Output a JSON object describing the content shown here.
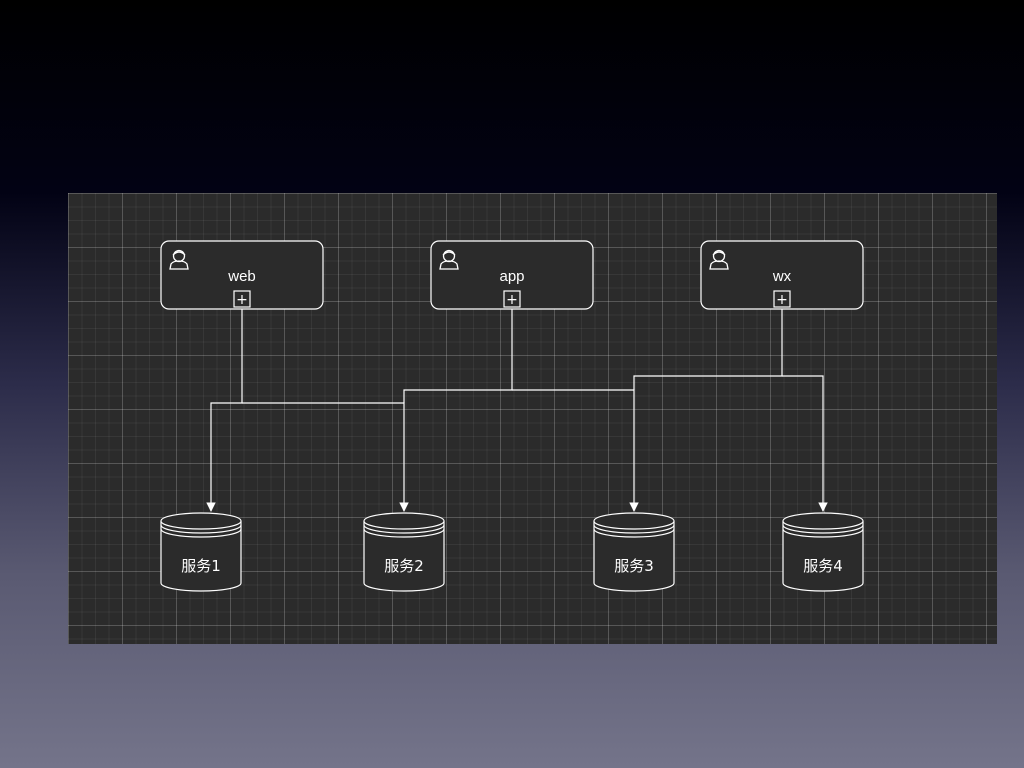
{
  "diagram": {
    "colors": {
      "canvas": "#2b2b2b",
      "stroke": "#ffffff",
      "node_fill": "#2b2b2b"
    },
    "clients": [
      {
        "label": "web",
        "icon": "user-icon",
        "marker": "+"
      },
      {
        "label": "app",
        "icon": "user-icon",
        "marker": "+"
      },
      {
        "label": "wx",
        "icon": "user-icon",
        "marker": "+"
      }
    ],
    "services": [
      {
        "label": "服务1"
      },
      {
        "label": "服务2"
      },
      {
        "label": "服务3"
      },
      {
        "label": "服务4"
      }
    ]
  }
}
